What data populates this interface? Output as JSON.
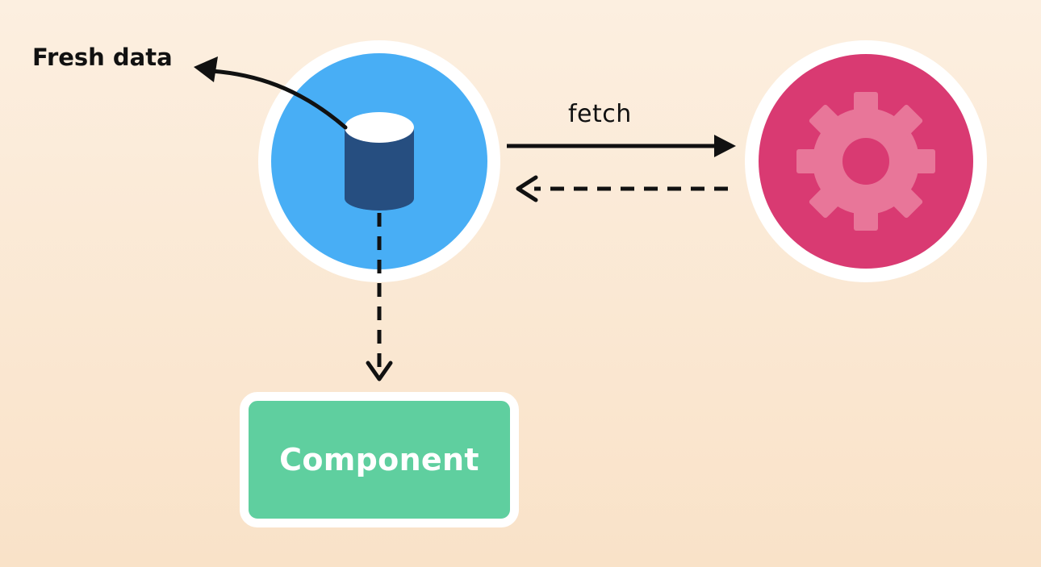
{
  "labels": {
    "fresh_data": "Fresh data",
    "fetch": "fetch",
    "component": "Component"
  },
  "nodes": {
    "cache": {
      "icon": "database-icon",
      "color": "#48aef5"
    },
    "server": {
      "icon": "gear-icon",
      "color": "#d93a72"
    },
    "component": {
      "color": "#5fcf9f"
    }
  },
  "colors": {
    "background_top": "#fcefe0",
    "background_bottom": "#f9e2c8",
    "ring": "#ffffff",
    "arrow": "#111111",
    "database_body": "#264e80",
    "database_top": "#ffffff",
    "gear": "#e87699"
  }
}
